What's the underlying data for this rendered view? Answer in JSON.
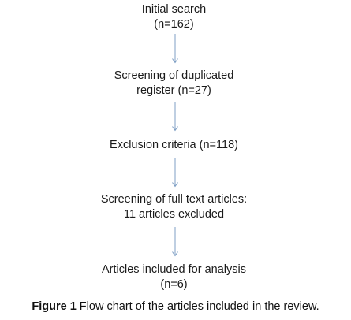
{
  "flowchart": {
    "steps": [
      {
        "lines": [
          "Initial search",
          "(n=162)"
        ]
      },
      {
        "lines": [
          "Screening of duplicated",
          "register (n=27)"
        ]
      },
      {
        "lines": [
          "Exclusion criteria (n=118)"
        ]
      },
      {
        "lines": [
          "Screening of full text articles:",
          "11 articles excluded"
        ]
      },
      {
        "lines": [
          "Articles included for analysis",
          "(n=6)"
        ]
      }
    ],
    "arrow_color": "#7f9fc4"
  },
  "caption": {
    "label": "Figure 1",
    "text": "Flow chart of the articles included in the review."
  }
}
